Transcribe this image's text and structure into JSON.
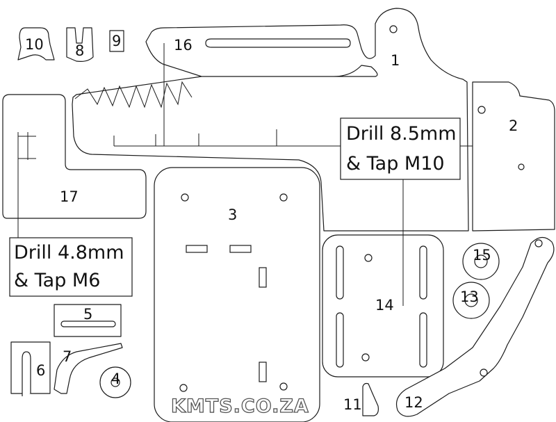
{
  "labels": {
    "p1": "1",
    "p2": "2",
    "p3": "3",
    "p4": "4",
    "p5": "5",
    "p6": "6",
    "p7": "7",
    "p8": "8",
    "p9": "9",
    "p10": "10",
    "p11": "11",
    "p12": "12",
    "p13": "13",
    "p14": "14",
    "p15": "15",
    "p16": "16",
    "p17": "17"
  },
  "notes": {
    "drill_m10_line1": "Drill 8.5mm",
    "drill_m10_line2": "& Tap M10",
    "drill_m6_line1": "Drill 4.8mm",
    "drill_m6_line2": "& Tap M6"
  },
  "watermark": "KMTS.CO.ZA",
  "colors": {
    "line": "#1a1a1a",
    "background": "#ffffff"
  }
}
